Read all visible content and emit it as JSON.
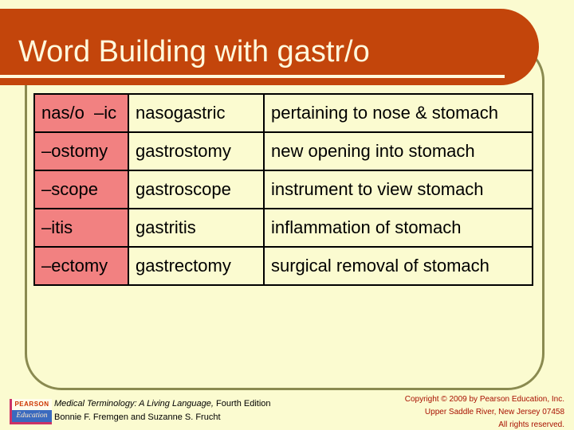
{
  "slide": {
    "title": "Word Building with gastr/o",
    "table": {
      "rows": [
        {
          "suffix": "nas/o  –ic",
          "term": "nasogastric",
          "definition": "pertaining to nose & stomach"
        },
        {
          "suffix": "–ostomy",
          "term": "gastrostomy",
          "definition": "new opening into stomach"
        },
        {
          "suffix": "–scope",
          "term": "gastroscope",
          "definition": "instrument to view stomach"
        },
        {
          "suffix": "–itis",
          "term": "gastritis",
          "definition": "inflammation of stomach"
        },
        {
          "suffix": "–ectomy",
          "term": "gastrectomy",
          "definition": "surgical removal of stomach"
        }
      ]
    },
    "footer": {
      "logo": {
        "top": "PEARSON",
        "bottom": "Education"
      },
      "citation": {
        "line1_italic": "Medical Terminology: A Living Language,",
        "line1_regular": " Fourth Edition",
        "line2": "Bonnie F. Fremgen and Suzanne S. Frucht"
      },
      "copyright": {
        "line1": "Copyright © 2009 by Pearson Education, Inc.",
        "line2": "Upper Saddle River, New Jersey 07458",
        "line3": "All rights reserved."
      }
    },
    "colors": {
      "background": "#fbfbd0",
      "banner": "#c3450b",
      "banner_text": "#fff9dd",
      "frame_border": "#8a8a50",
      "suffix_cell": "#f28181",
      "table_border": "#000000",
      "logo_magenta": "#cc3366",
      "logo_red": "#cc3300",
      "logo_blue": "#3a6abf",
      "copyright_text": "#a81000"
    }
  }
}
